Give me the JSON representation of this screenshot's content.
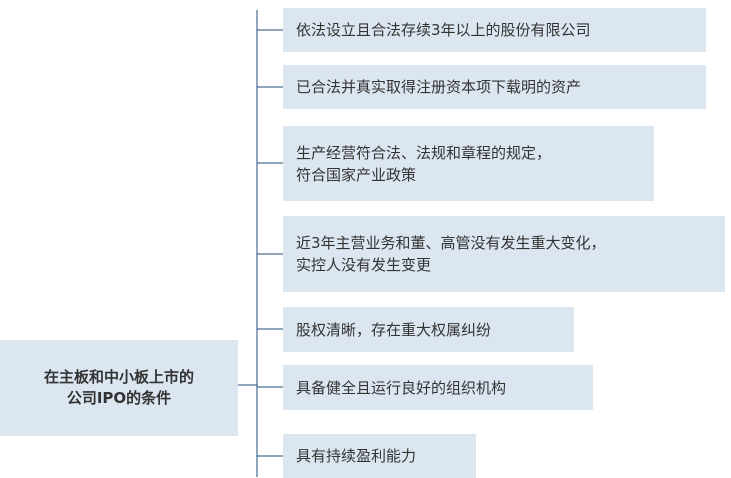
{
  "root": {
    "label": "在主板和中小板上市的\n公司IPO的条件"
  },
  "conditions": [
    {
      "label": "依法设立且合法存续3年以上的股份有限公司"
    },
    {
      "label": "已合法并真实取得注册资本项下载明的资产"
    },
    {
      "label": "生产经营符合法、法规和章程的规定，\n符合国家产业政策"
    },
    {
      "label": "近3年主营业务和董、高管没有发生重大变化，\n实控人没有发生变更"
    },
    {
      "label": "股权清晰，存在重大权属纠纷"
    },
    {
      "label": "具备健全且运行良好的组织机构"
    },
    {
      "label": "具有持续盈利能力"
    }
  ],
  "colors": {
    "node_fill": "#dce6f1",
    "connector": "#1f4e79",
    "text": "#333333"
  }
}
